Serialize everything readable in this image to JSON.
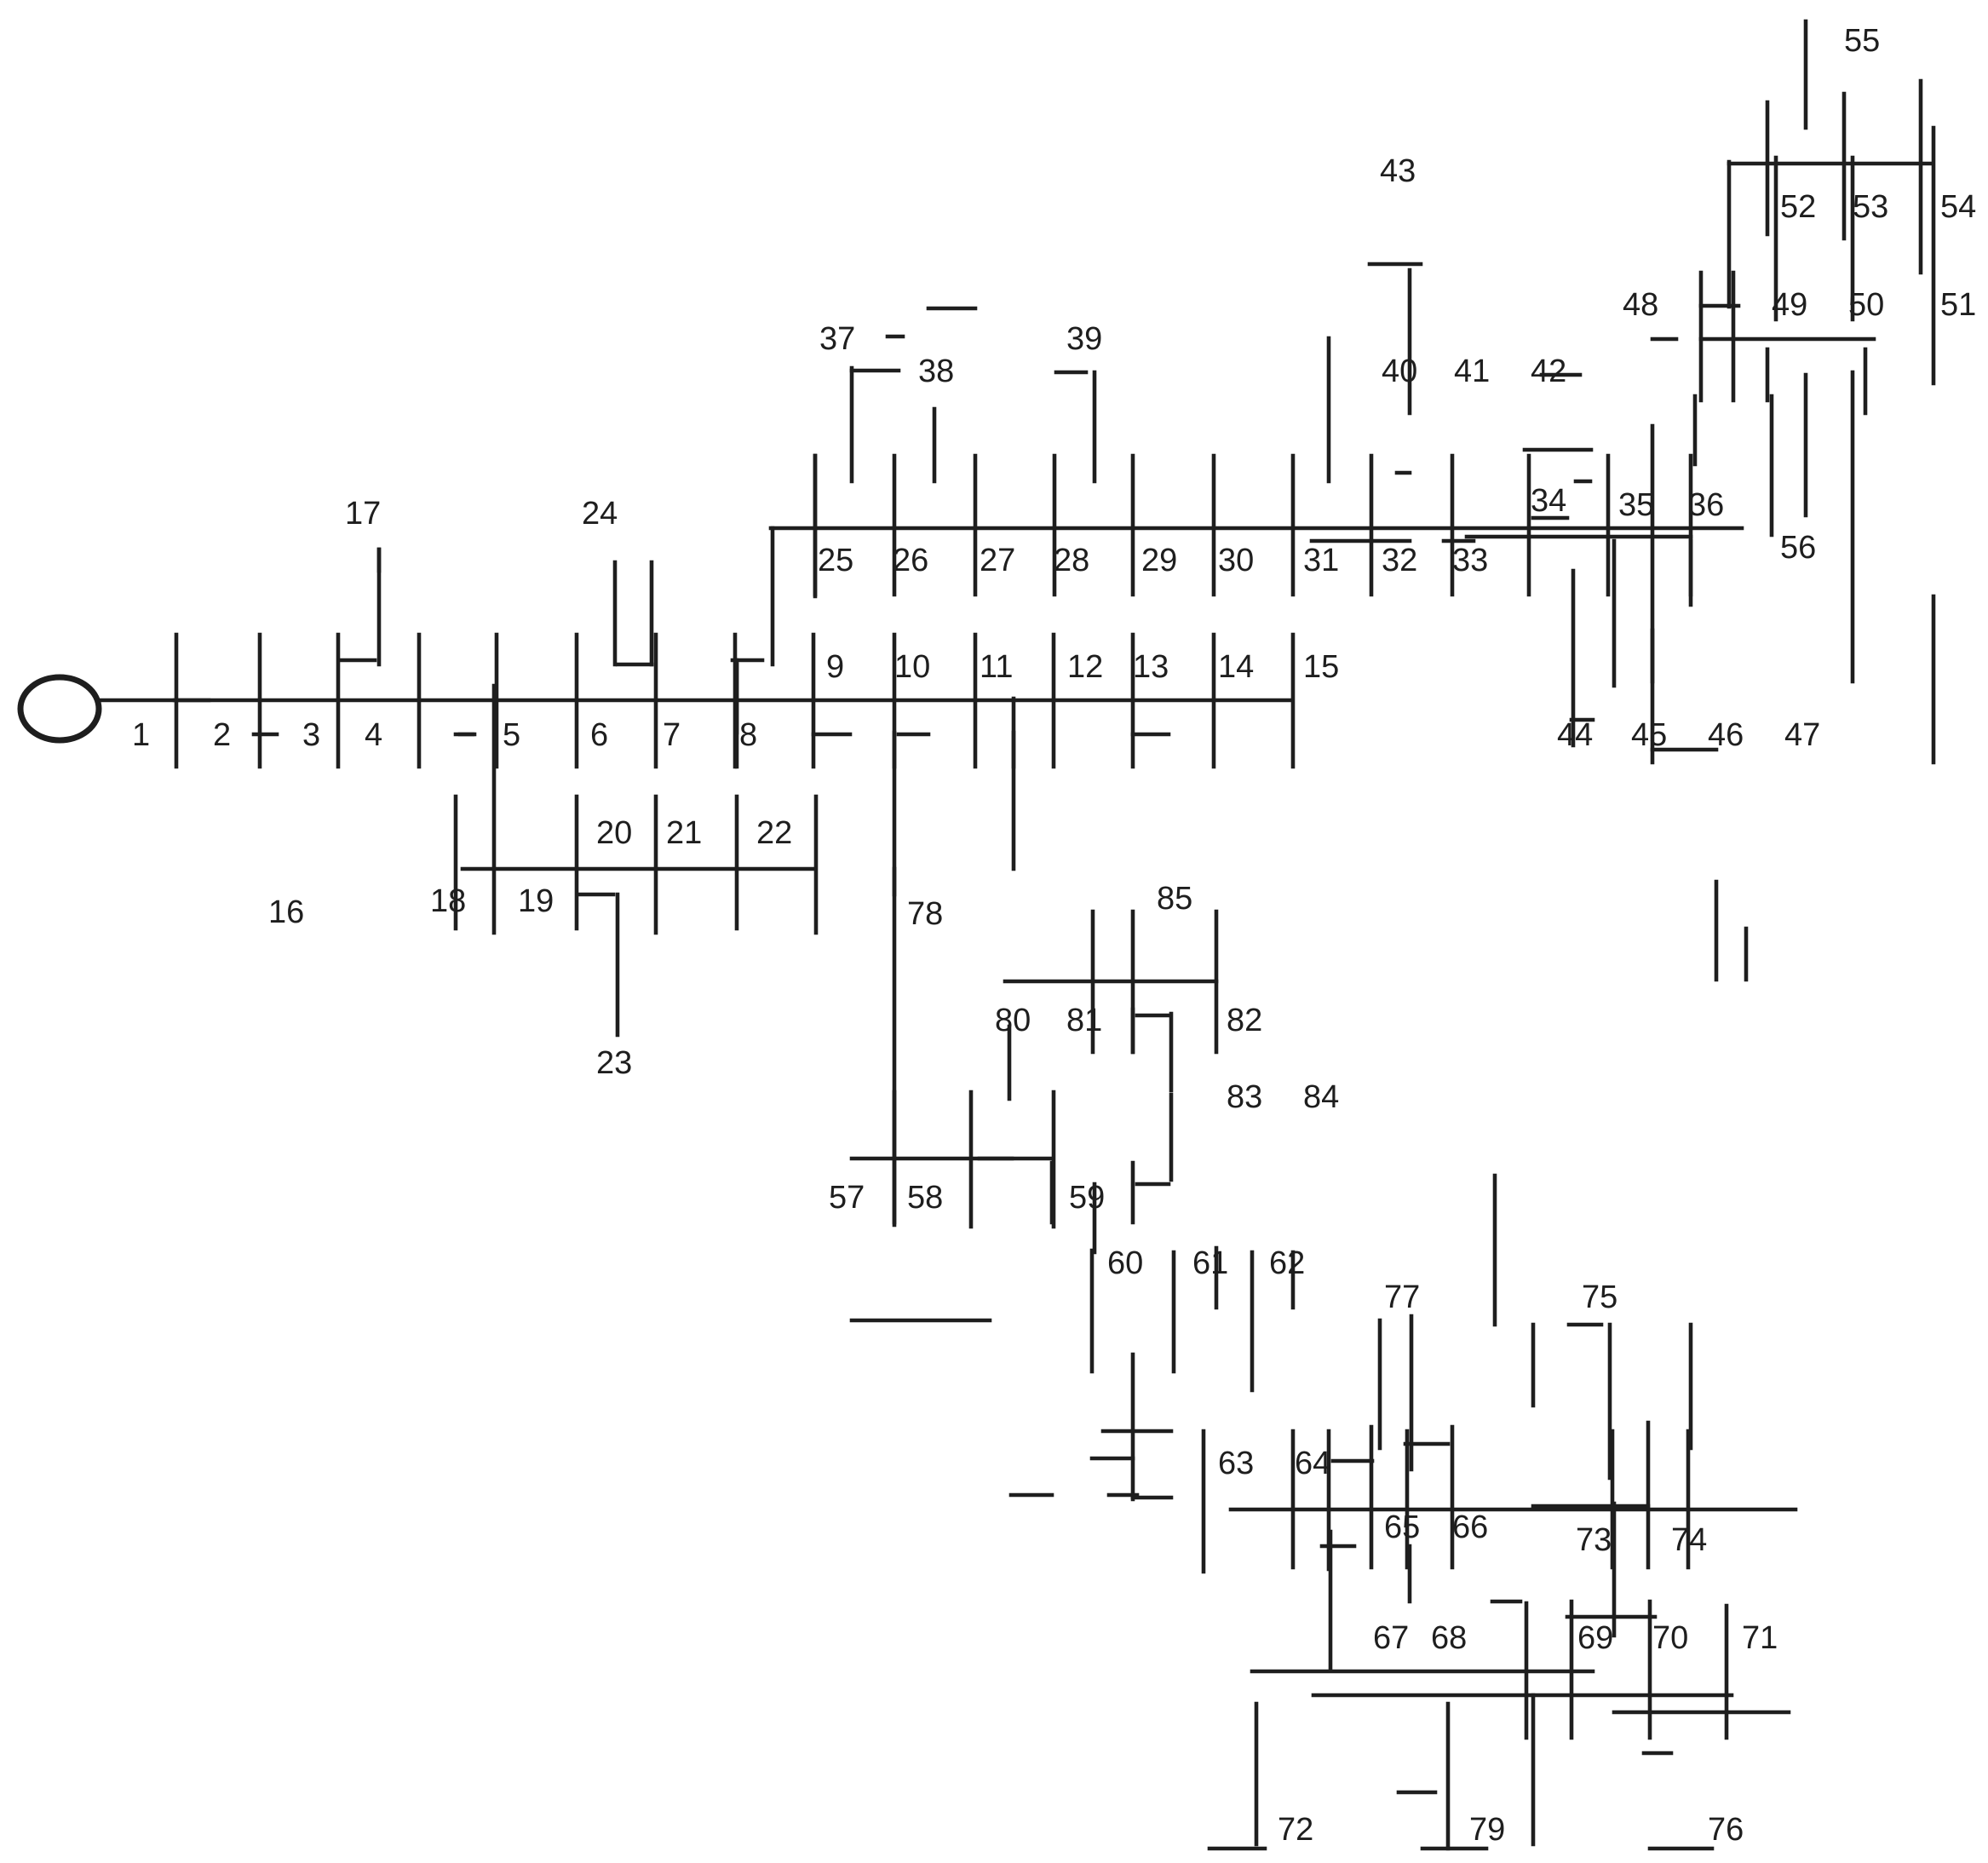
{
  "diagram": {
    "source_icon": "circle-source-icon",
    "line_color": "#1e1e1e",
    "bus_labels": [
      "1",
      "2",
      "3",
      "4",
      "5",
      "6",
      "7",
      "8",
      "9",
      "10",
      "11",
      "12",
      "13",
      "14",
      "15",
      "16",
      "17",
      "18",
      "19",
      "20",
      "21",
      "22",
      "23",
      "24",
      "25",
      "26",
      "27",
      "28",
      "29",
      "30",
      "31",
      "32",
      "33",
      "34",
      "35",
      "36",
      "37",
      "38",
      "39",
      "40",
      "41",
      "42",
      "43",
      "44",
      "45",
      "46",
      "47",
      "48",
      "49",
      "50",
      "51",
      "52",
      "53",
      "54",
      "55",
      "56",
      "57",
      "58",
      "59",
      "60",
      "61",
      "62",
      "63",
      "64",
      "65",
      "66",
      "67",
      "68",
      "69",
      "70",
      "71",
      "72",
      "73",
      "74",
      "75",
      "76",
      "77",
      "78",
      "79",
      "80",
      "81",
      "82",
      "83",
      "84",
      "85"
    ]
  }
}
